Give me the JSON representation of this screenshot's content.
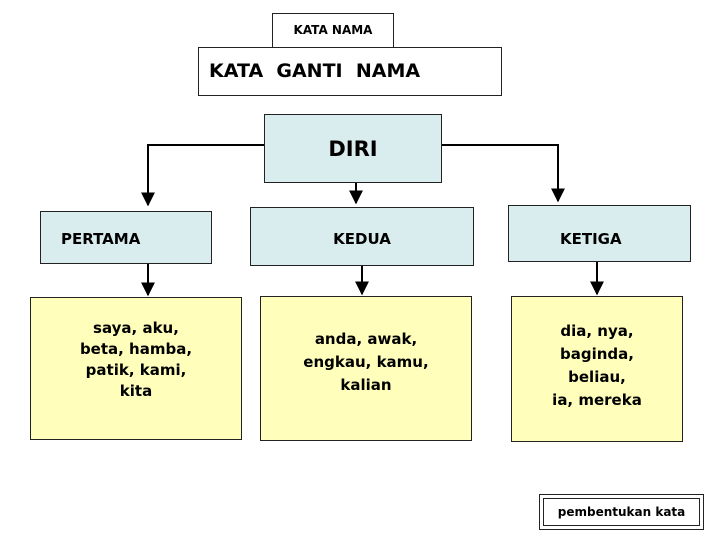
{
  "diagram": {
    "top_label": "KATA NAMA",
    "title": "KATA  GANTI  NAMA",
    "root": "DIRI",
    "categories": [
      {
        "label": "PERTAMA",
        "examples": [
          "saya, aku,",
          "beta, hamba,",
          "patik, kami,",
          "kita"
        ]
      },
      {
        "label": "KEDUA",
        "examples": [
          "anda, awak,",
          "engkau, kamu,",
          "kalian"
        ]
      },
      {
        "label": "KETIGA",
        "examples": [
          "dia, nya,",
          "baginda,",
          "beliau,",
          "ia, mereka"
        ]
      }
    ],
    "footer_button": "pembentukan kata"
  }
}
